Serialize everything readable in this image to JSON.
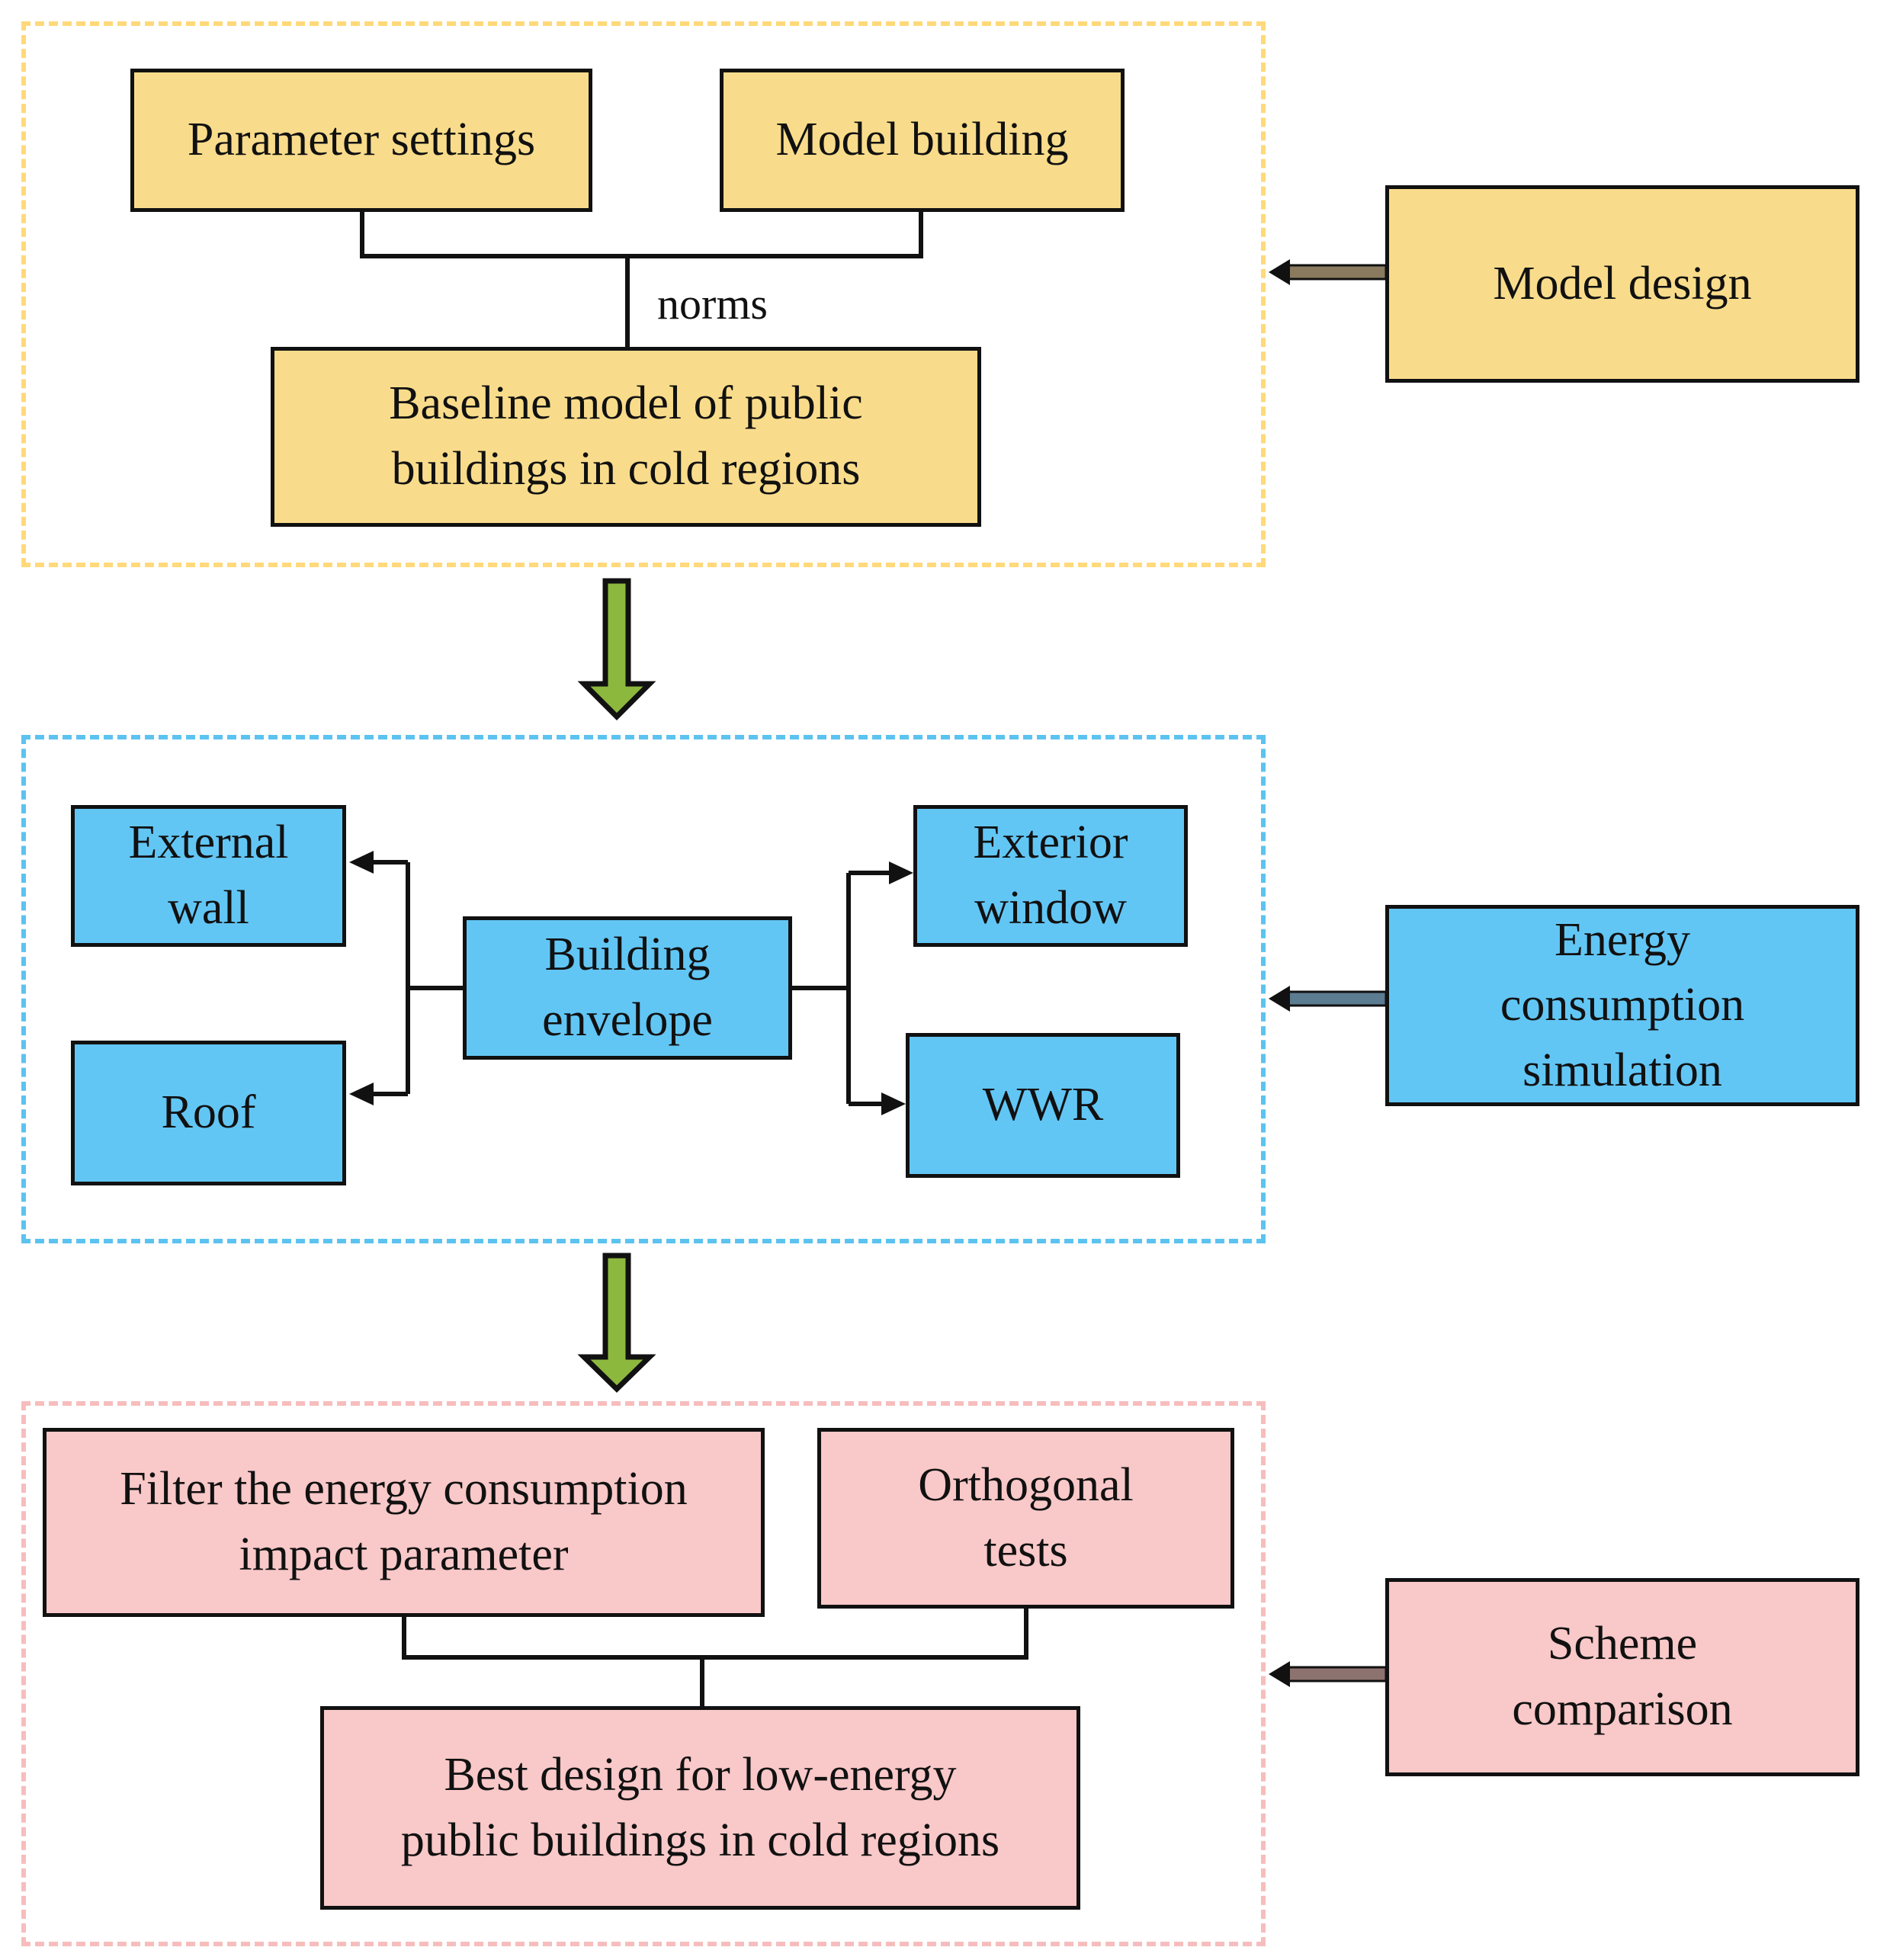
{
  "colors": {
    "yellow_fill": "#F9DC8B",
    "yellow_frame": "#FFD97A",
    "blue_fill": "#62C6F5",
    "blue_frame": "#5CC3F0",
    "pink_fill": "#F9C8C8",
    "pink_frame": "#F7BDBD",
    "down_arrow": "#8DB83E",
    "side_arrow_yellow": "#8A7A5E",
    "side_arrow_blue": "#5B7C91",
    "side_arrow_pink": "#8D7370",
    "line": "#111111"
  },
  "stage1": {
    "parameter_settings": "Parameter settings",
    "model_building": "Model building",
    "norms": "norms",
    "baseline_model": "Baseline model of public\nbuildings in cold regions",
    "side_label": "Model design"
  },
  "stage2": {
    "external_wall": "External\nwall",
    "roof": "Roof",
    "building_envelope": "Building\nenvelope",
    "exterior_window": "Exterior\nwindow",
    "wwr": "WWR",
    "side_label": "Energy\nconsumption\nsimulation"
  },
  "stage3": {
    "filter_parameter": "Filter the energy consumption\nimpact parameter",
    "orthogonal_tests": "Orthogonal\ntests",
    "best_design": "Best design for low-energy\npublic buildings in cold regions",
    "side_label": "Scheme\ncomparison"
  }
}
